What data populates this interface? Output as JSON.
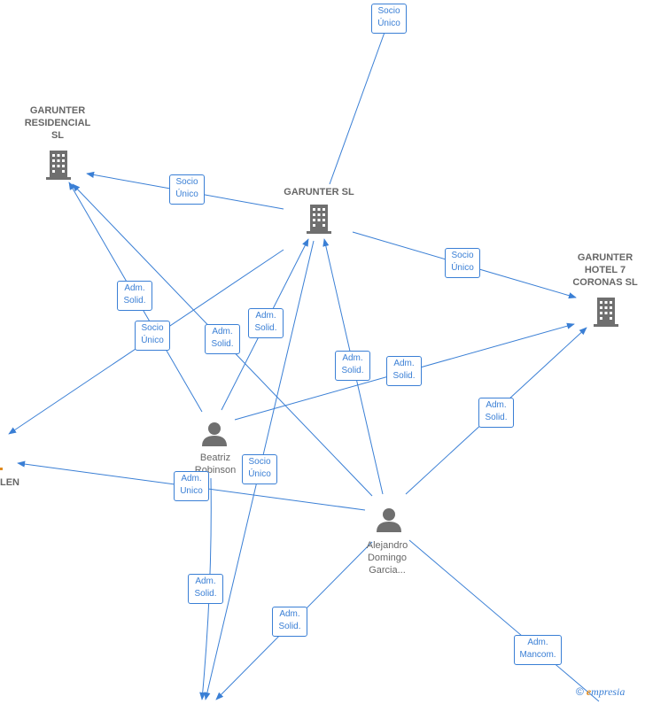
{
  "nodes": {
    "garunter_residencial": {
      "label": "GARUNTER\nRESIDENCIAL\nSL",
      "type": "company"
    },
    "garunter_sl": {
      "label": "GARUNTER SL",
      "type": "company"
    },
    "garunter_hotel": {
      "label": "GARUNTER\nHOTEL 7\nCORONAS  SL",
      "type": "company"
    },
    "beatriz": {
      "label": "Beatriz\nRobinson",
      "type": "person"
    },
    "alejandro": {
      "label": "Alejandro\nDomingo\nGarcia...",
      "type": "person"
    },
    "left_partial": {
      "label": "LEN",
      "type": "company"
    }
  },
  "edge_labels": {
    "top_socio": "Socio\nÚnico",
    "res_socio": "Socio\nÚnico",
    "hotel_socio": "Socio\nÚnico",
    "beatriz_res": "Adm.\nSolid.",
    "socio_left": "Socio\nÚnico",
    "alej_res": "Adm.\nSolid.",
    "beatriz_sl": "Adm.\nSolid.",
    "alej_sl": "Adm.\nSolid.",
    "beatriz_hotel": "Adm.\nSolid.",
    "alej_hotel": "Adm.\nSolid.",
    "socio_bottom": "Socio\nÚnico",
    "adm_unico": "Adm.\nUnico",
    "beatriz_bottom": "Adm.\nSolid.",
    "alej_bottom": "Adm.\nSolid.",
    "alej_mancom": "Adm.\nMancom."
  },
  "footer": {
    "copyright": "©",
    "brand_e": "e",
    "brand_rest": "mpresia"
  },
  "colors": {
    "edge": "#3a7fd5",
    "node": "#6f6f6f",
    "accent": "#e08a1e"
  }
}
